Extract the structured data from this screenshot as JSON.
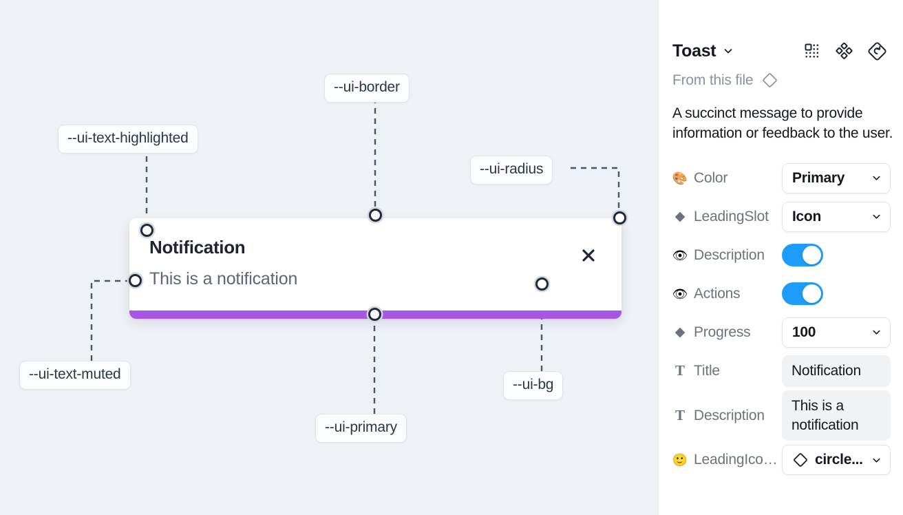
{
  "canvas": {
    "background_color": "#eef1f6",
    "tokens": [
      {
        "id": "ui-text-highlighted",
        "label": "--ui-text-highlighted"
      },
      {
        "id": "ui-border",
        "label": "--ui-border"
      },
      {
        "id": "ui-radius",
        "label": "--ui-radius"
      },
      {
        "id": "ui-text-muted",
        "label": "--ui-text-muted"
      },
      {
        "id": "ui-primary",
        "label": "--ui-primary"
      },
      {
        "id": "ui-bg",
        "label": "--ui-bg"
      }
    ],
    "toast": {
      "title": "Notification",
      "description": "This is a notification",
      "close_icon": "close-icon",
      "progress_color": "#a855e8",
      "background_color": "#ffffff"
    }
  },
  "panel": {
    "title": "Toast",
    "title_chevron_icon": "chevron-down-icon",
    "header_icons": [
      {
        "name": "component-grid-icon"
      },
      {
        "name": "variants-diamond-cluster-icon"
      },
      {
        "name": "reset-instance-icon"
      }
    ],
    "from_file": {
      "label": "From this file",
      "icon": "diamond-outline-icon"
    },
    "description": "A succinct message to provide information or feedback to the user.",
    "properties": [
      {
        "icon": "palette-emoji-icon",
        "glyph": "🎨",
        "icon_kind": "emoji",
        "name": "Color",
        "control": "select",
        "value": "Primary"
      },
      {
        "icon": "diamond-solid-icon",
        "glyph": "◆",
        "icon_kind": "shape",
        "name": "LeadingSlot",
        "control": "select",
        "value": "Icon"
      },
      {
        "icon": "eye-emoji-icon",
        "glyph": "👁",
        "icon_kind": "emoji",
        "name": "Description",
        "control": "toggle",
        "value": "on"
      },
      {
        "icon": "eye-emoji-icon",
        "glyph": "👁",
        "icon_kind": "emoji",
        "name": "Actions",
        "control": "toggle",
        "value": "on"
      },
      {
        "icon": "diamond-solid-icon",
        "glyph": "◆",
        "icon_kind": "shape",
        "name": "Progress",
        "control": "select",
        "value": "100"
      },
      {
        "icon": "text-t-icon",
        "glyph": "T",
        "icon_kind": "tglyph",
        "name": "Title",
        "control": "textfield",
        "value": "Notification"
      },
      {
        "icon": "text-t-icon",
        "glyph": "T",
        "icon_kind": "tglyph",
        "name": "Description",
        "control": "textfield",
        "value": "This is a notification"
      },
      {
        "icon": "smiley-emoji-icon",
        "glyph": "🙂",
        "icon_kind": "emoji",
        "name": "LeadingIcon...",
        "control": "select-icon",
        "value": "circle..."
      }
    ],
    "toggle_on_color": "#1e9cfb"
  }
}
